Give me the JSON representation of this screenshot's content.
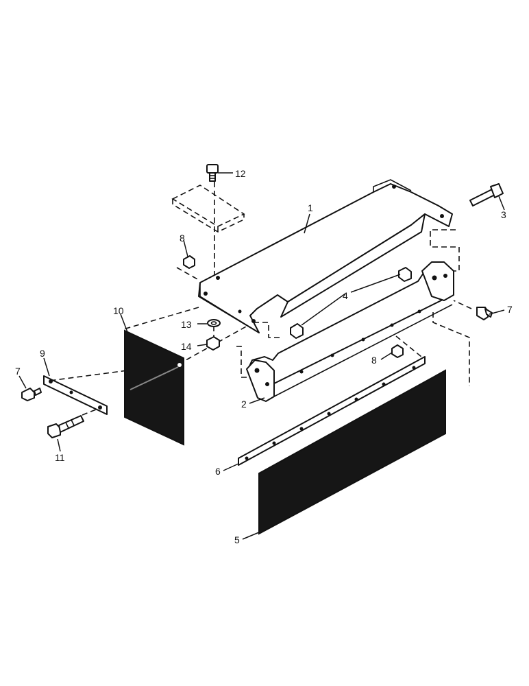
{
  "callouts": {
    "p1": "1",
    "p2": "2",
    "p3": "3",
    "p4": "4",
    "p5": "5",
    "p6": "6",
    "p7a": "7",
    "p7b": "7",
    "p8a": "8",
    "p8b": "8",
    "p9": "9",
    "p10": "10",
    "p11": "11",
    "p12": "12",
    "p13": "13",
    "p14": "14"
  },
  "colors": {
    "line": "#111111",
    "background": "#ffffff"
  }
}
